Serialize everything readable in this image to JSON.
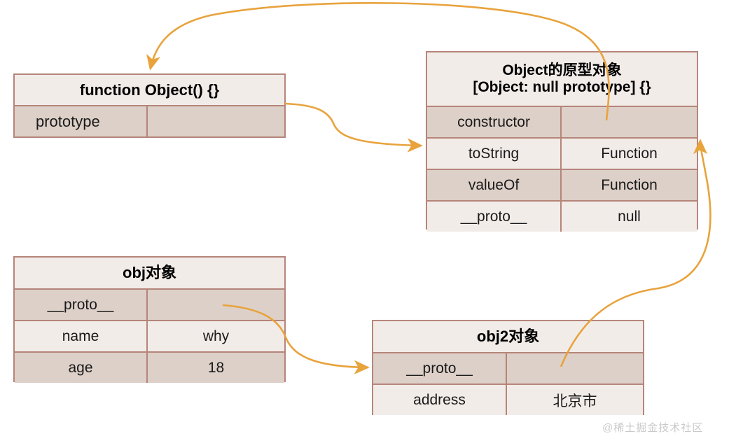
{
  "diagram": {
    "title": "JavaScript prototype chain diagram",
    "accent_arrow_color": "#E8A33D",
    "border_color": "#b5857a",
    "row_light_color": "#f2ece9",
    "row_dark_color": "#ddd0c8",
    "background": "#ffffff"
  },
  "tables": {
    "function_object": {
      "header": "function Object() {}",
      "rows": [
        {
          "key": "prototype",
          "value": ""
        }
      ]
    },
    "object_prototype": {
      "header_line1": "Object的原型对象",
      "header_line2": "[Object: null prototype] {}",
      "rows": [
        {
          "key": "constructor",
          "value": ""
        },
        {
          "key": "toString",
          "value": "Function"
        },
        {
          "key": "valueOf",
          "value": "Function"
        },
        {
          "key": "__proto__",
          "value": "null"
        }
      ]
    },
    "obj": {
      "header": "obj对象",
      "rows": [
        {
          "key": "__proto__",
          "value": ""
        },
        {
          "key": "name",
          "value": "why"
        },
        {
          "key": "age",
          "value": "18"
        }
      ]
    },
    "obj2": {
      "header": "obj2对象",
      "rows": [
        {
          "key": "__proto__",
          "value": ""
        },
        {
          "key": "address",
          "value": "北京市"
        }
      ]
    }
  },
  "arrows": [
    {
      "name": "constructor-to-function-object",
      "from": "object_prototype.constructor.value",
      "to": "function_object.header"
    },
    {
      "name": "prototype-to-object-prototype",
      "from": "function_object.prototype.value",
      "to": "object_prototype.toString.row"
    },
    {
      "name": "obj-proto-to-obj2",
      "from": "obj.__proto__.value",
      "to": "obj2.__proto__.row"
    },
    {
      "name": "obj2-proto-to-object-prototype",
      "from": "obj2.__proto__.value",
      "to": "object_prototype.toString.row"
    }
  ],
  "watermark": "@稀土掘金技术社区"
}
